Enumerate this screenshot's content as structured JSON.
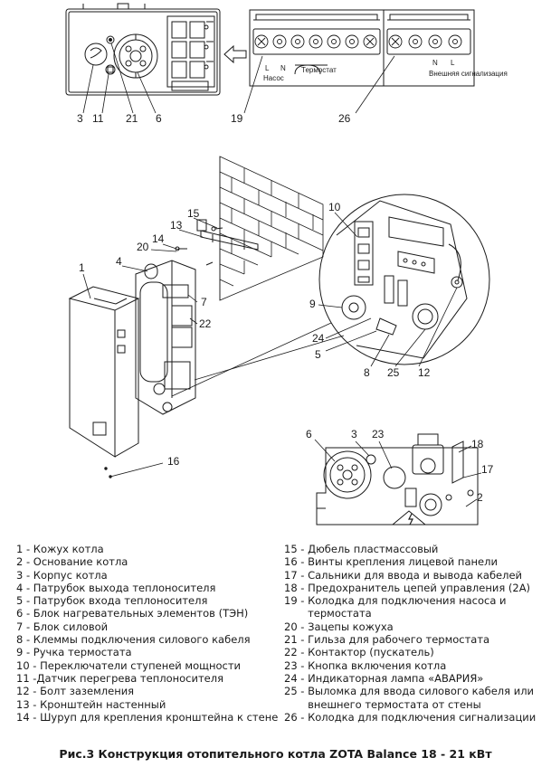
{
  "terminal_block": {
    "nasos_label": "Насос",
    "l_label": "L",
    "n_label": "N",
    "termostat_label": "Термостат",
    "ext_signal_label": "Внешняя сигнализация",
    "ext_n_label": "N",
    "ext_l_label": "L"
  },
  "callouts": {
    "top": [
      "3",
      "11",
      "21",
      "6",
      "19",
      "26"
    ],
    "main": [
      "10",
      "15",
      "13",
      "14",
      "20",
      "1",
      "4",
      "7",
      "22",
      "9",
      "24",
      "5",
      "8",
      "25",
      "12",
      "16"
    ],
    "bottom": [
      "6",
      "3",
      "23",
      "18",
      "17",
      "2"
    ]
  },
  "legend_left": [
    {
      "num": "1 - ",
      "text": "Кожух котла"
    },
    {
      "num": "2 - ",
      "text": "Основание котла"
    },
    {
      "num": "3 - ",
      "text": "Корпус котла"
    },
    {
      "num": "4 - ",
      "text": "Патрубок выхода теплоносителя"
    },
    {
      "num": "5 - ",
      "text": "Патрубок входа теплоносителя"
    },
    {
      "num": "6 - ",
      "text": "Блок нагревательных элементов (ТЭН)"
    },
    {
      "num": "7 - ",
      "text": "Блок силовой"
    },
    {
      "num": "8 - ",
      "text": "Клеммы подключения силового кабеля"
    },
    {
      "num": "9 - ",
      "text": "Ручка термостата"
    },
    {
      "num": "10 - ",
      "text": "Переключатели ступеней мощности"
    },
    {
      "num": "11 -",
      "text": "Датчик перегрева теплоносителя"
    },
    {
      "num": "12 - ",
      "text": "Болт заземления"
    },
    {
      "num": "13 - ",
      "text": "Кронштейн настенный"
    },
    {
      "num": "14 - ",
      "text": "Шуруп для крепления кронштейна к стене"
    }
  ],
  "legend_right": [
    {
      "num": "15 - ",
      "text": "Дюбель пластмассовый"
    },
    {
      "num": "16 - ",
      "text": "Винты крепления лицевой панели"
    },
    {
      "num": "17 - ",
      "text": "Сальники для ввода и вывода кабелей"
    },
    {
      "num": "18 - ",
      "text": "Предохранитель цепей управления (2А)"
    },
    {
      "num": "19 - ",
      "text": "Колодка для подключения насоса и термостата"
    },
    {
      "num": "20 - ",
      "text": "Зацепы кожуха"
    },
    {
      "num": "21 - ",
      "text": "Гильза для рабочего термостата"
    },
    {
      "num": "22 - ",
      "text": "Контактор (пускатель)"
    },
    {
      "num": "23 - ",
      "text": "Кнопка включения котла"
    },
    {
      "num": "24 - ",
      "text": "Индикаторная лампа «АВАРИЯ»"
    },
    {
      "num": "25 - ",
      "text": "Выломка для ввода силового кабеля или внешнего термостата от стены"
    },
    {
      "num": "26 - ",
      "text": "Колодка для подключения сигнализации"
    }
  ],
  "caption": "Рис.3 Конструкция отопительного котла ZOTA Balance 18 - 21 кВт"
}
